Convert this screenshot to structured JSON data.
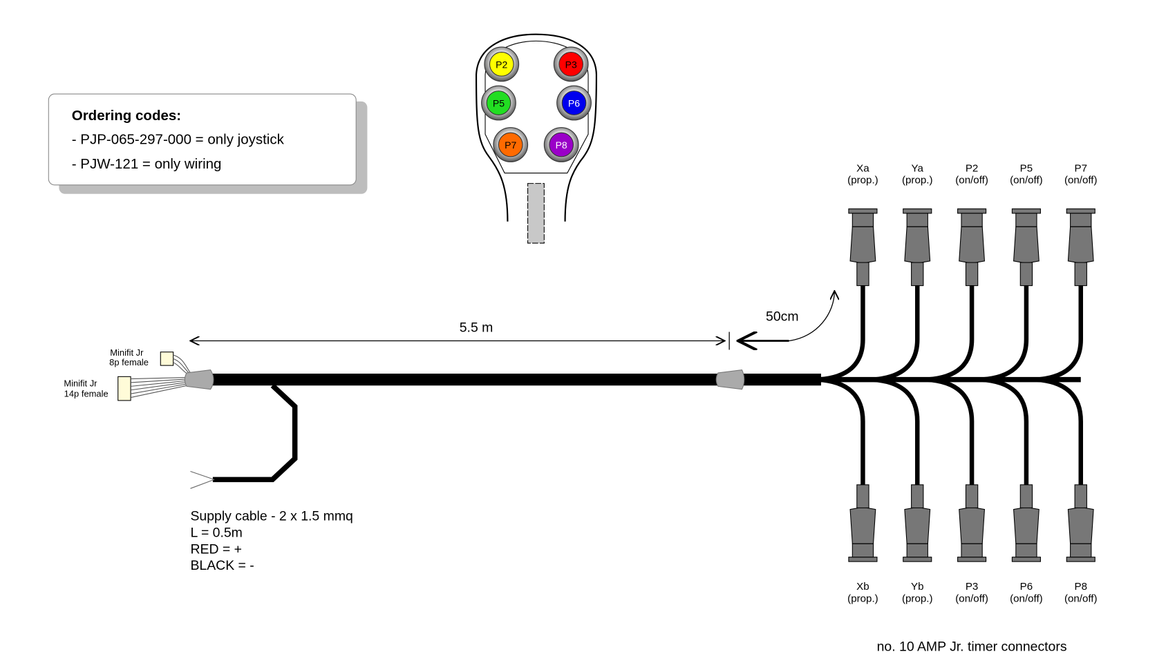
{
  "ordering": {
    "title": "Ordering codes:",
    "lines": [
      "- PJP-065-297-000 = only joystick",
      "- PJW-121 = only wiring"
    ]
  },
  "joystick": {
    "buttons": [
      {
        "label": "P2",
        "color": "#ffff00",
        "text_color": "#000000"
      },
      {
        "label": "P3",
        "color": "#ff0000",
        "text_color": "#000000"
      },
      {
        "label": "P5",
        "color": "#22dd22",
        "text_color": "#000000"
      },
      {
        "label": "P6",
        "color": "#0000ee",
        "text_color": "#ffffff"
      },
      {
        "label": "P7",
        "color": "#ff6a00",
        "text_color": "#000000"
      },
      {
        "label": "P8",
        "color": "#9a00c8",
        "text_color": "#ffffff"
      }
    ]
  },
  "left_connectors": {
    "c8": [
      "Minifit Jr",
      "8p female"
    ],
    "c14": [
      "Minifit Jr",
      "14p female"
    ]
  },
  "dimensions": {
    "cable_length": "5.5 m",
    "branch_length": "50cm"
  },
  "supply": {
    "lines": [
      "Supply cable - 2 x 1.5 mmq",
      "L = 0.5m",
      "RED = +",
      "BLACK = -"
    ]
  },
  "top_connectors": [
    {
      "name": "Xa",
      "type": "(prop.)"
    },
    {
      "name": "Ya",
      "type": "(prop.)"
    },
    {
      "name": "P2",
      "type": "(on/off)"
    },
    {
      "name": "P5",
      "type": "(on/off)"
    },
    {
      "name": "P7",
      "type": "(on/off)"
    }
  ],
  "bottom_connectors": [
    {
      "name": "Xb",
      "type": "(prop.)"
    },
    {
      "name": "Yb",
      "type": "(prop.)"
    },
    {
      "name": "P3",
      "type": "(on/off)"
    },
    {
      "name": "P6",
      "type": "(on/off)"
    },
    {
      "name": "P8",
      "type": "(on/off)"
    }
  ],
  "footer": "no. 10 AMP Jr. timer connectors"
}
